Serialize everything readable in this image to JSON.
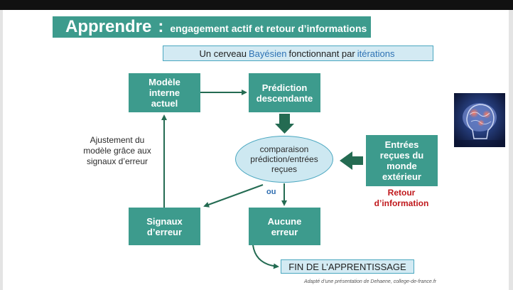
{
  "title": {
    "main": "Apprendre",
    "separator": ":",
    "sub": "engagement actif et retour d’informations"
  },
  "subtitle": {
    "before": "Un cerveau",
    "highlight1": "Bayésien",
    "middle": "fonctionnant par",
    "highlight2": "itérations"
  },
  "nodes": {
    "modele": "Modèle\ninterne\nactuel",
    "prediction": "Prédiction\ndescendante",
    "comparaison": "comparaison\nprédiction/entrées\nreçues",
    "entrees": "Entrées\nreçues du\nmonde\nextérieur",
    "signaux": "Signaux\nd’erreur",
    "aucune": "Aucune\nerreur"
  },
  "labels": {
    "ajustement": "Ajustement du\nmodèle grâce aux\nsignaux d’erreur",
    "ou": "ou",
    "retour": "Retour\nd’information"
  },
  "fin": "FIN DE L’APPRENTISSAGE",
  "credit": "Adapté d’une présentation de Dehaene, college-de-france.fr",
  "colors": {
    "box_fill": "#3d9b8d",
    "arrow": "#246b52",
    "highlight_text": "#2f73b5",
    "retour_text": "#c0181c",
    "light_fill": "#d3eaf3"
  },
  "icons": {
    "brain": "brain-image"
  }
}
